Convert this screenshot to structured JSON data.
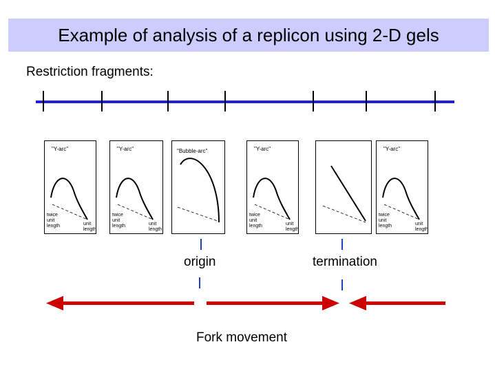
{
  "slide": {
    "title": "Example of analysis of a replicon using 2-D gels",
    "restriction_label": "Restriction fragments:",
    "colors": {
      "title_background": "#ccccff",
      "restriction_line": "#2222cc",
      "fork_arrows": "#cc0000",
      "site_marker": "#1f3fbf"
    }
  },
  "gels": [
    {
      "arc_label": "\"Y-arc\"",
      "twice": [
        "twice",
        "unit",
        "length"
      ],
      "unit": [
        "unit",
        "length"
      ]
    },
    {
      "arc_label": "\"Y-arc\"",
      "twice": [
        "twice",
        "unit",
        "length"
      ],
      "unit": [
        "unit",
        "length"
      ]
    },
    {
      "arc_label": "\"Bubble-arc\""
    },
    {
      "arc_label": "\"Y-arc\"",
      "twice": [
        "twice",
        "unit",
        "length"
      ],
      "unit": [
        "unit",
        "length"
      ]
    },
    {
      "arc_label": ""
    },
    {
      "arc_label": "\"Y-arc\"",
      "twice": [
        "twice",
        "unit",
        "length"
      ],
      "unit": [
        "unit",
        "length"
      ]
    }
  ],
  "labels": {
    "origin": "origin",
    "termination": "termination",
    "fork_movement": "Fork movement"
  }
}
